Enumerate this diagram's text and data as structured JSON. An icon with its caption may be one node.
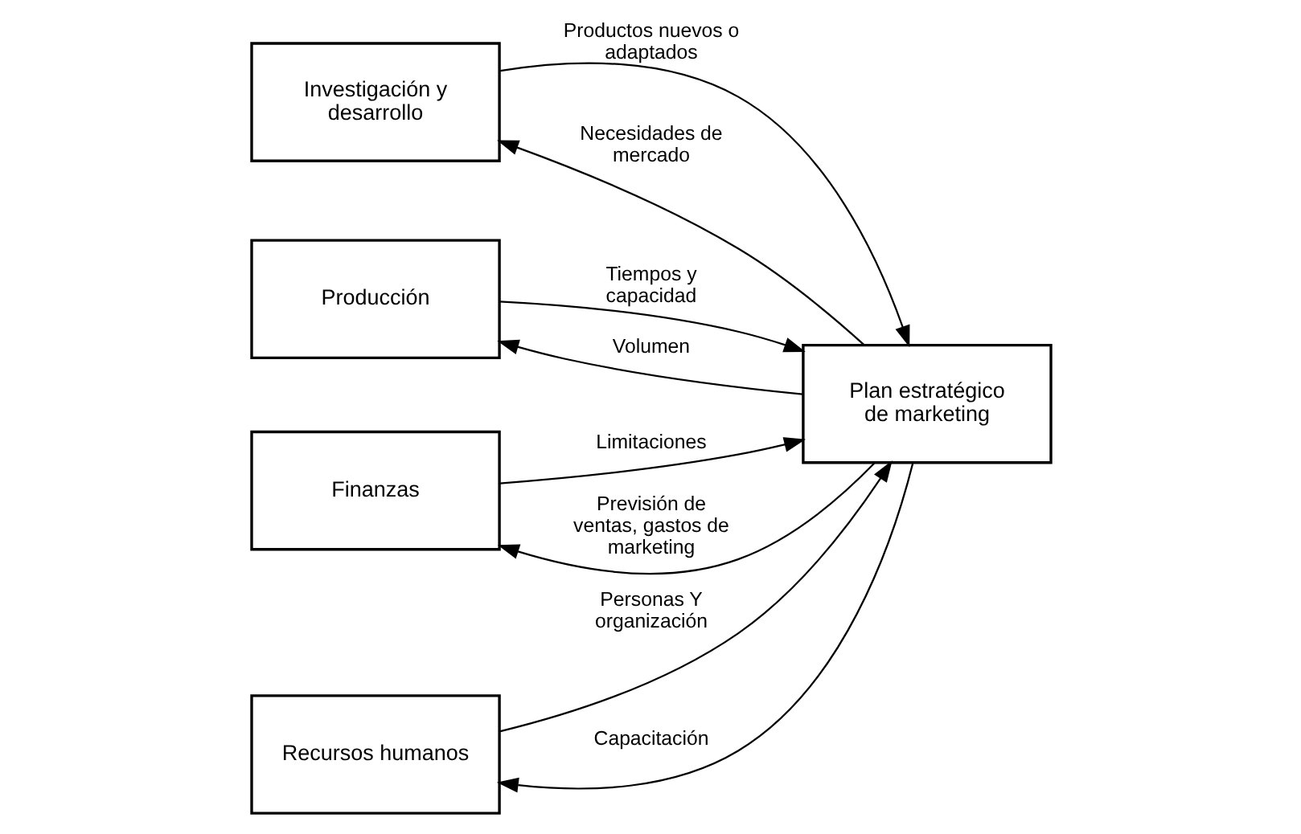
{
  "diagram": {
    "nodes": [
      {
        "text": [
          "Investigación y desarrollo"
        ]
      },
      {
        "text": [
          "Producción"
        ]
      },
      {
        "text": [
          "Plan estratégico de marketing"
        ]
      },
      {
        "text": [
          "Finanzas"
        ]
      },
      {
        "text": [
          "Recursos humanos"
        ]
      }
    ],
    "edges": [
      {
        "from": 0,
        "to": 2,
        "arrow": "to",
        "label": "Productos nuevos o adaptados"
      },
      {
        "from": 2,
        "to": 0,
        "arrow": "to",
        "label": "Necesidades de mercado"
      },
      {
        "from": 2,
        "to": 1,
        "arrow": "to",
        "label": "Volumen"
      },
      {
        "from": 1,
        "to": 2,
        "arrow": "to",
        "label": "Tiempos y capacidad"
      },
      {
        "from": 3,
        "to": 2,
        "arrow": "to",
        "label": "Limitaciones"
      },
      {
        "from": 2,
        "to": 3,
        "arrow": "to",
        "label": "Previsión de ventas, gastos de marketing"
      },
      {
        "from": 4,
        "to": 2,
        "arrow": "to",
        "label": "Personas Y organización"
      },
      {
        "from": 2,
        "to": 4,
        "arrow": "to",
        "label": "Capacitación"
      }
    ]
  }
}
